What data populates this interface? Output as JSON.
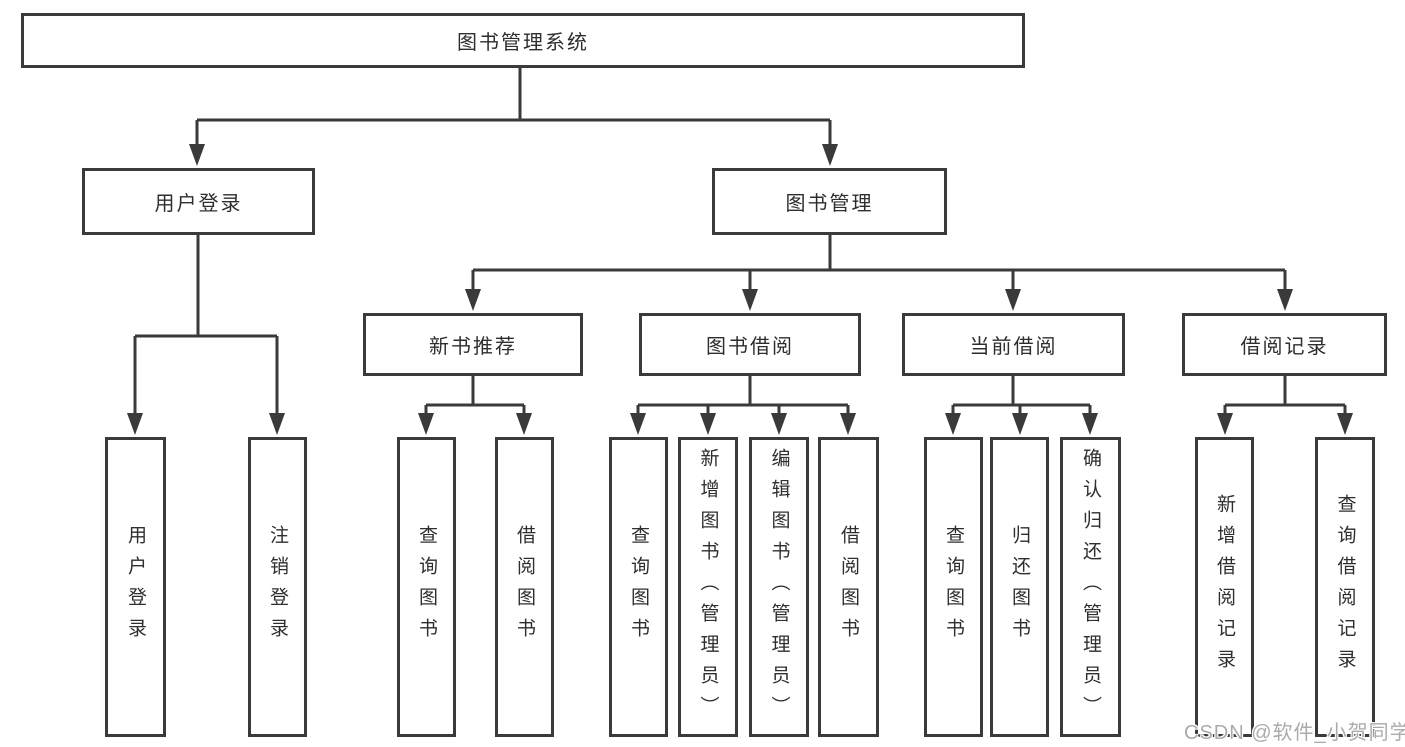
{
  "tree": {
    "root": {
      "label": "图书管理系统"
    },
    "branches": [
      {
        "label": "用户登录",
        "children": [
          {
            "label": "用户登录"
          },
          {
            "label": "注销登录"
          }
        ]
      },
      {
        "label": "图书管理",
        "children": [
          {
            "label": "新书推荐",
            "children": [
              {
                "label": "查询图书"
              },
              {
                "label": "借阅图书"
              }
            ]
          },
          {
            "label": "图书借阅",
            "children": [
              {
                "label": "查询图书"
              },
              {
                "label": "新增图书（管理员）"
              },
              {
                "label": "编辑图书（管理员）"
              },
              {
                "label": "借阅图书"
              }
            ]
          },
          {
            "label": "当前借阅",
            "children": [
              {
                "label": "查询图书"
              },
              {
                "label": "归还图书"
              },
              {
                "label": "确认归还（管理员）"
              }
            ]
          },
          {
            "label": "借阅记录",
            "children": [
              {
                "label": "新增借阅记录"
              },
              {
                "label": "查询借阅记录"
              }
            ]
          }
        ]
      }
    ]
  },
  "watermark": {
    "text": "CSDN @软件_小贺同学"
  },
  "colors": {
    "line": "#3a3a3a",
    "box_border": "#3a3a3a",
    "text": "#2e2e2e",
    "watermark": "#ababab",
    "background": "#ffffff"
  }
}
